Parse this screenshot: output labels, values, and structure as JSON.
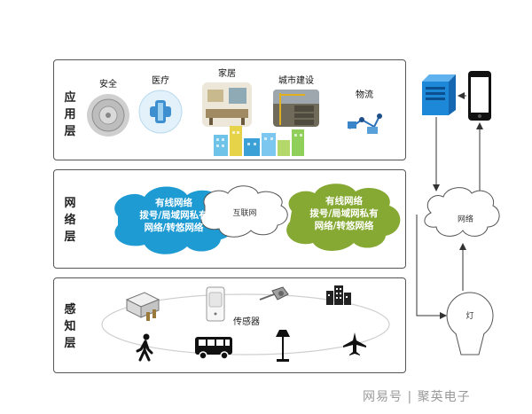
{
  "layers": {
    "application": {
      "label": "应用层",
      "items": [
        {
          "label": "安全",
          "icon": "security-sensor-icon"
        },
        {
          "label": "医疗",
          "icon": "medical-icon"
        },
        {
          "label": "家居",
          "icon": "home-icon"
        },
        {
          "label": "城市建设",
          "icon": "city-construction-icon"
        },
        {
          "label": "物流",
          "icon": "logistics-icon"
        }
      ]
    },
    "network": {
      "label": "网络层",
      "left_cloud": [
        "有线网络",
        "拨号/局域网私有",
        "网络/转悠网络"
      ],
      "center_cloud": "互联网",
      "right_cloud": [
        "有线网络",
        "拨号/局域网私有",
        "网络/转悠网络"
      ]
    },
    "sensing": {
      "label": "感知层",
      "center_label": "传感器",
      "devices": [
        "pressure-sensor-icon",
        "pir-sensor-icon",
        "temperature-probe-icon",
        "building-icon",
        "pedestrian-icon",
        "bus-icon",
        "street-lamp-icon",
        "airplane-icon"
      ]
    }
  },
  "side_diagram": {
    "network_label": "网络",
    "lamp_label": "灯",
    "server_icon": "server-icon",
    "phone_icon": "smartphone-icon"
  },
  "watermark": "网易号 | 聚英电子",
  "colors": {
    "blue_cloud": "#1f9bd3",
    "green_cloud": "#86a934",
    "server_blue": "#1e88d8"
  }
}
